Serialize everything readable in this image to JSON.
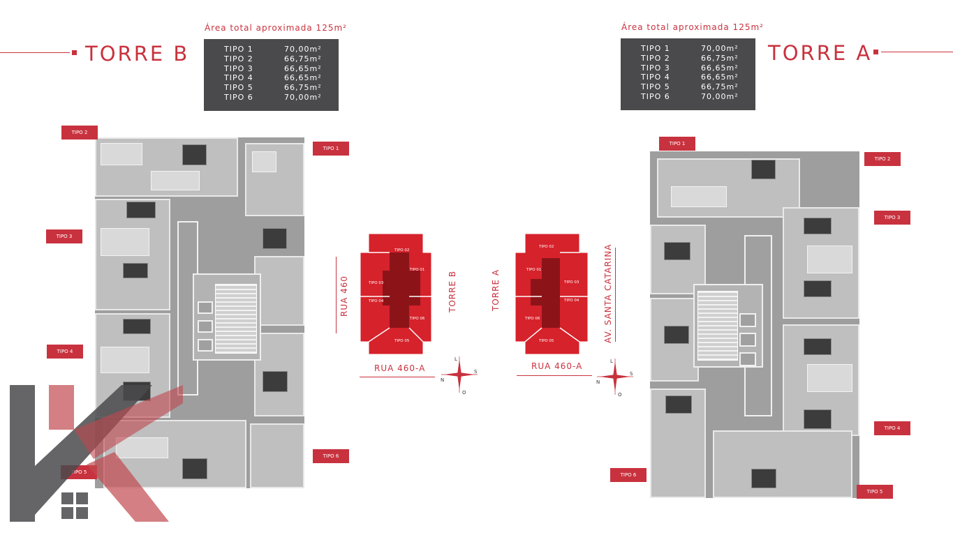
{
  "tower_b": {
    "title": "TORRE B",
    "area_caption": "Área total aproximada 125m²",
    "units": [
      {
        "type": "TIPO 1",
        "area": "70,00m²"
      },
      {
        "type": "TIPO 2",
        "area": "66,75m²"
      },
      {
        "type": "TIPO 3",
        "area": "66,65m²"
      },
      {
        "type": "TIPO 4",
        "area": "66,65m²"
      },
      {
        "type": "TIPO 5",
        "area": "66,75m²"
      },
      {
        "type": "TIPO 6",
        "area": "70,00m²"
      }
    ],
    "plan_tags": {
      "tipo1": "TIPO 1",
      "tipo2": "TIPO 2",
      "tipo3": "TIPO 3",
      "tipo4": "TIPO 4",
      "tipo5": "TIPO 5",
      "tipo6": "TIPO 6"
    }
  },
  "tower_a": {
    "title": "TORRE A",
    "area_caption": "Área total aproximada 125m²",
    "units": [
      {
        "type": "TIPO 1",
        "area": "70,00m²"
      },
      {
        "type": "TIPO 2",
        "area": "66,75m²"
      },
      {
        "type": "TIPO 3",
        "area": "66,65m²"
      },
      {
        "type": "TIPO 4",
        "area": "66,65m²"
      },
      {
        "type": "TIPO 5",
        "area": "66,75m²"
      },
      {
        "type": "TIPO 6",
        "area": "70,00m²"
      }
    ],
    "plan_tags": {
      "tipo1": "TIPO 1",
      "tipo2": "TIPO 2",
      "tipo3": "TIPO 3",
      "tipo4": "TIPO 4",
      "tipo5": "TIPO 5",
      "tipo6": "TIPO 6"
    }
  },
  "site_b": {
    "street_left": "RUA 460",
    "street_bottom": "RUA 460-A",
    "tower_label": "TORRE B",
    "units": [
      "TIPO 01",
      "TIPO 02",
      "TIPO 03",
      "TIPO 04",
      "TIPO 05",
      "TIPO 06"
    ]
  },
  "site_a": {
    "street_right": "AV. SANTA CATARINA",
    "street_bottom": "RUA 460-A",
    "tower_label": "TORRE A",
    "units": [
      "TIPO 01",
      "TIPO 02",
      "TIPO 03",
      "TIPO 04",
      "TIPO 05",
      "TIPO 06"
    ]
  },
  "compass": {
    "north": "N",
    "south": "S",
    "east": "L",
    "west": "O"
  },
  "colors": {
    "accent": "#c8323e",
    "site_red": "#d6222b",
    "site_dark": "#8c1419",
    "spec_box": "#4a4a4c"
  }
}
